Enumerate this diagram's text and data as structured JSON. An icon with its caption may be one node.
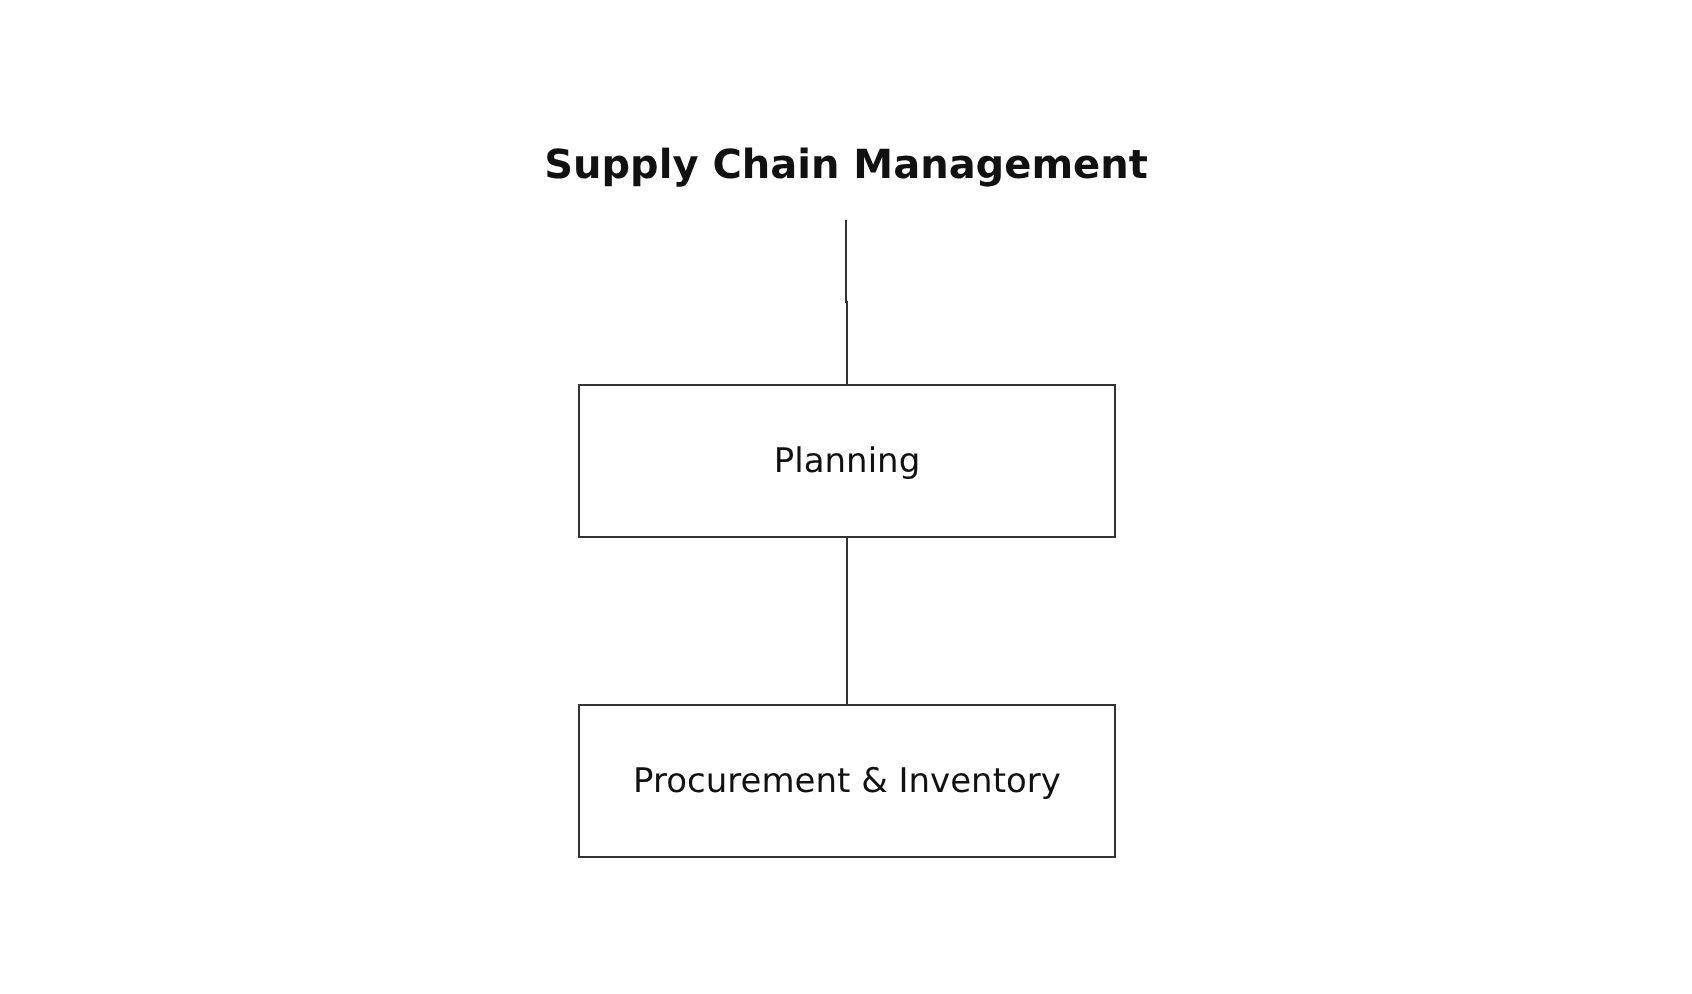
{
  "diagram": {
    "nodes": [
      {
        "text": [
          "Supply Chain Management"
        ]
      },
      {
        "text": [
          "Planning"
        ]
      },
      {
        "text": [
          "Procurement & Inventory"
        ]
      }
    ],
    "edges": [
      {
        "from": 0,
        "to": 1,
        "arrow": "none"
      },
      {
        "from": 1,
        "to": 2,
        "arrow": "none"
      }
    ]
  }
}
